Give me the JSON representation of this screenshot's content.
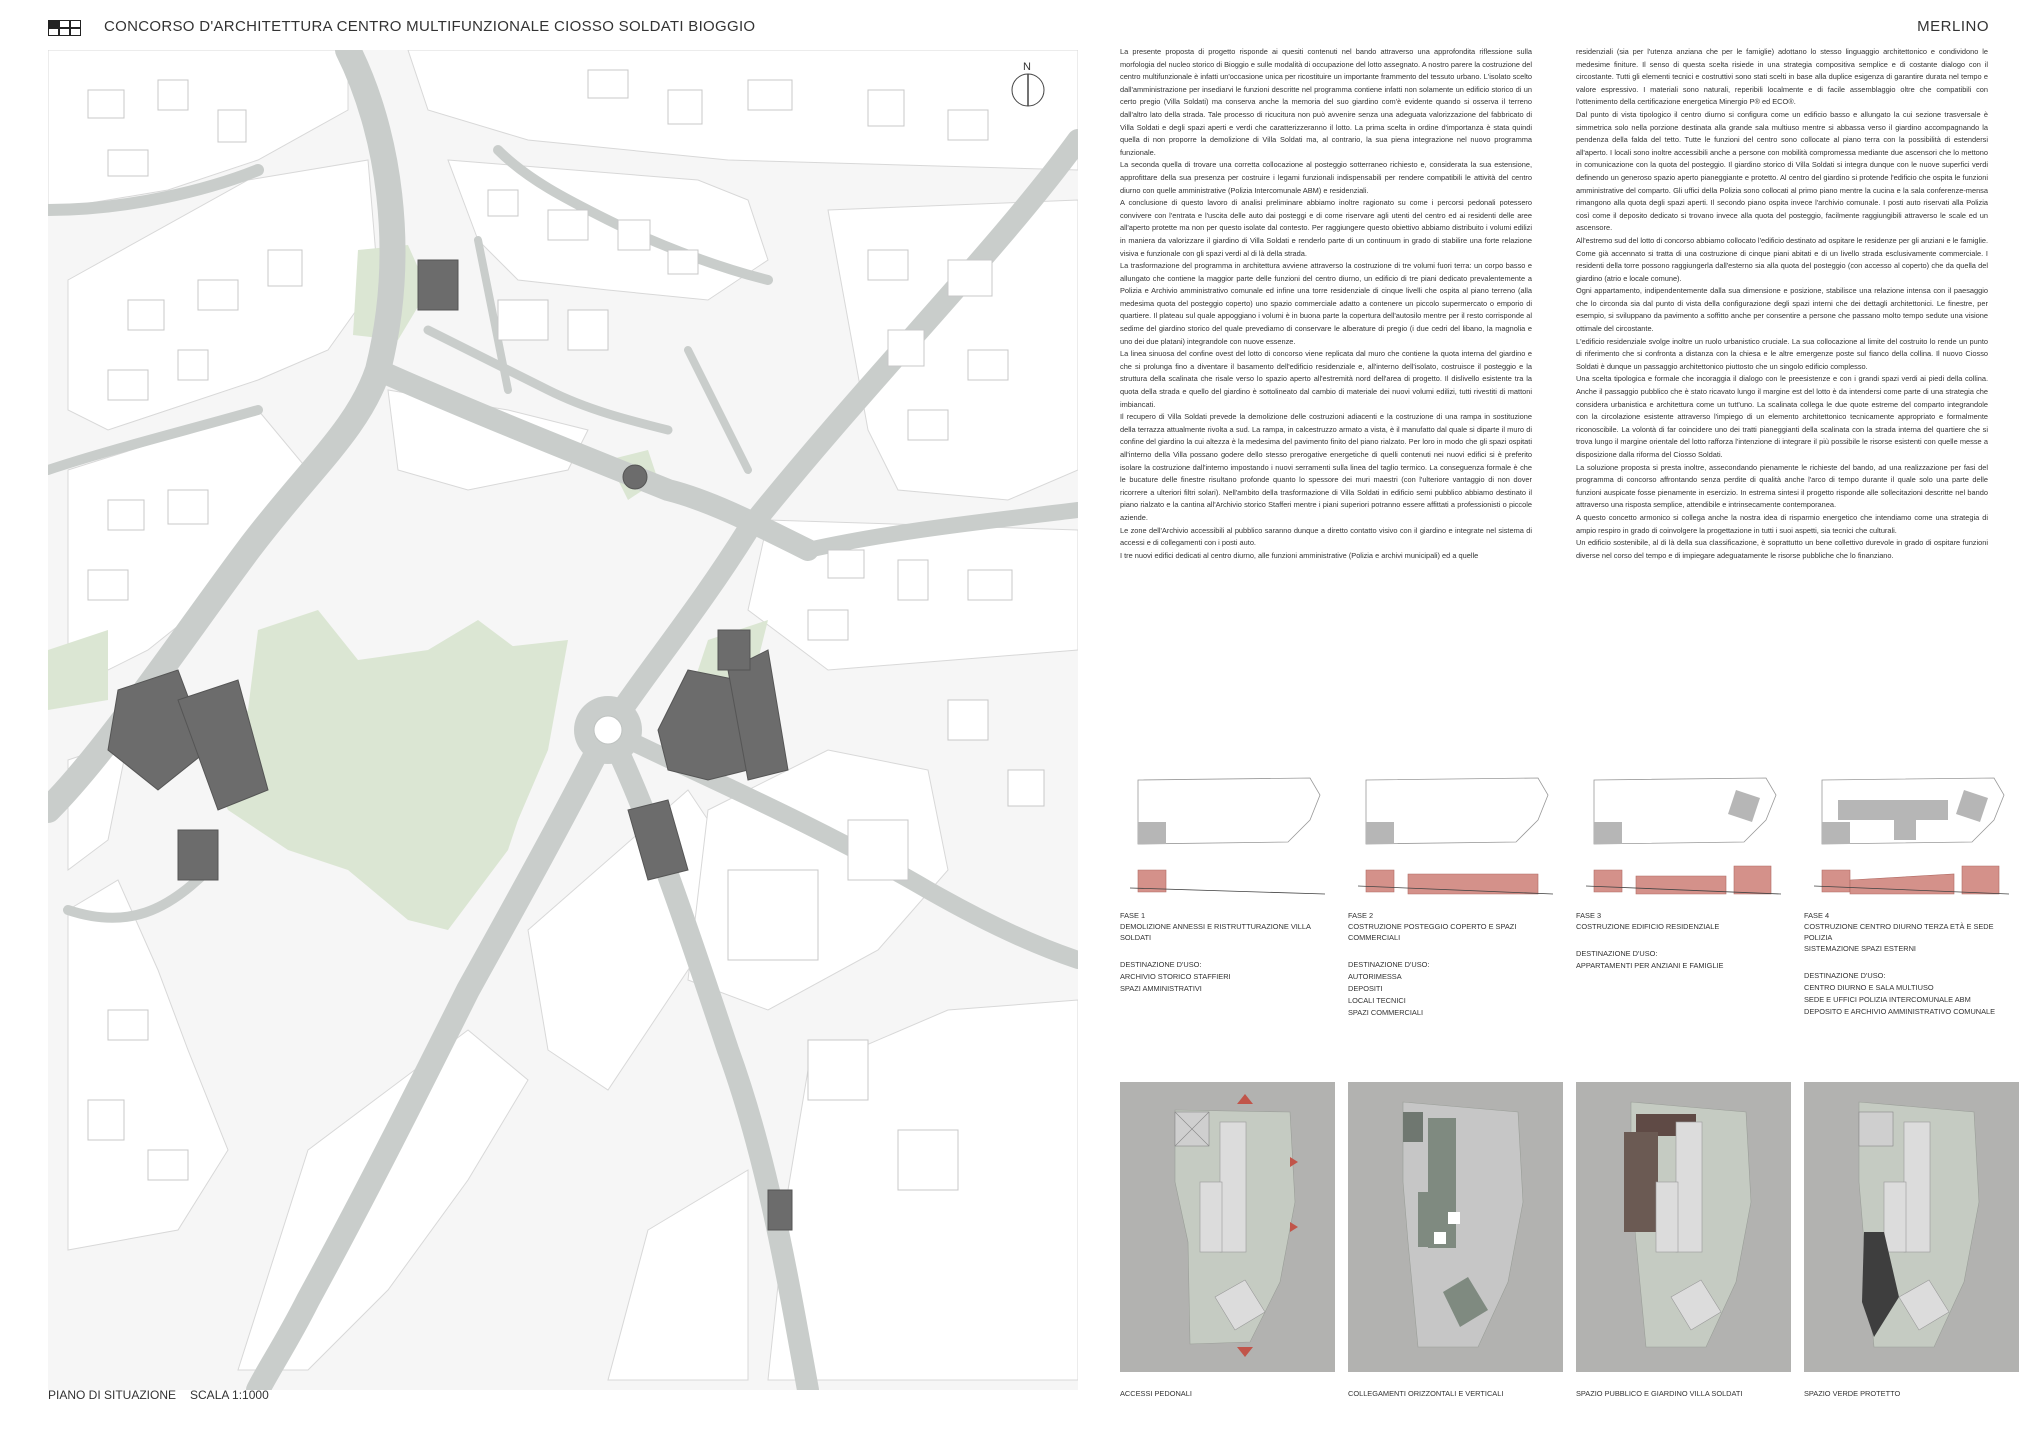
{
  "header": {
    "title": "CONCORSO D'ARCHITETTURA CENTRO MULTIFUNZIONALE CIOSSO SOLDATI BIOGGIO",
    "author": "MERLINO"
  },
  "site_plan": {
    "north_label": "N",
    "caption": "PIANO DI SITUAZIONE",
    "scale": "SCALA 1:1000"
  },
  "colors": {
    "road": "#c9cdcb",
    "green": "#dbe6d3",
    "building": "#6c6c6c",
    "block": "#f4f4f4",
    "section_red": "#d4918a",
    "diagram_bg": "#b2b2b0"
  },
  "text": {
    "col1": [
      "La presente proposta di progetto risponde ai quesiti contenuti nel bando attraverso una approfondita riflessione sulla morfologia del nucleo storico di Bioggio e sulle modalità di occupazione del lotto assegnato. A nostro parere la costruzione del centro multifunzionale è infatti un'occasione unica per ricostituire un importante frammento del tessuto urbano. L'isolato scelto dall'amministrazione per insediarvi le funzioni descritte nel programma contiene infatti non solamente un edificio storico di un certo pregio (Villa Soldati) ma conserva anche la memoria del suo giardino com'è evidente quando si osserva il terreno dall'altro lato della strada. Tale processo di ricucitura non può avvenire senza una adeguata valorizzazione del fabbricato di Villa Soldati e degli spazi aperti e verdi che caratterizzeranno il lotto. La prima scelta in ordine d'importanza è stata quindi quella di non proporre la demolizione di Villa Soldati ma, al contrario, la sua piena integrazione nel nuovo programma funzionale.",
      "La seconda quella di trovare una corretta collocazione al posteggio sotterraneo richiesto e, considerata la sua estensione, approfittare della sua presenza per costruire i legami funzionali indispensabili per rendere compatibili le attività del centro diurno con quelle amministrative (Polizia Intercomunale ABM) e residenziali.",
      "A conclusione di questo lavoro di analisi preliminare abbiamo inoltre ragionato su come i percorsi pedonali potessero convivere con l'entrata e l'uscita delle auto dai posteggi e di come riservare agli utenti del centro ed ai residenti delle aree all'aperto protette ma non per questo isolate dal contesto. Per raggiungere questo obiettivo abbiamo distribuito i volumi edilizi in maniera da valorizzare il giardino di Villa Soldati e renderlo parte di un continuum in grado di stabilire una forte relazione visiva e funzionale con gli spazi verdi al di là della strada.",
      "La trasformazione del programma in architettura avviene attraverso la costruzione di tre volumi fuori terra: un corpo basso e allungato che contiene la maggior parte delle funzioni del centro diurno, un edificio di tre piani dedicato prevalentemente a Polizia e Archivio amministrativo comunale ed infine una torre residenziale di cinque livelli che ospita al piano terreno (alla medesima quota del posteggio coperto) uno spazio commerciale adatto a contenere un piccolo supermercato o emporio di quartiere. Il plateau sul quale appoggiano i volumi è in buona parte la copertura dell'autosilo mentre per il resto corrisponde al sedime del giardino storico del quale prevediamo di conservare le alberature di pregio (i due cedri del libano, la magnolia e uno dei due platani) integrandole con nuove essenze.",
      "La linea sinuosa del confine ovest del lotto di concorso viene replicata dal muro che contiene la quota interna del giardino e che si prolunga fino a diventare il basamento dell'edificio residenziale e, all'interno dell'isolato, costruisce il posteggio e la struttura della scalinata che risale verso lo spazio aperto all'estremità nord dell'area di progetto. Il dislivello esistente tra la quota della strada e quello del giardino è sottolineato dal cambio di materiale dei nuovi volumi edilizi, tutti rivestiti di mattoni imbiancati.",
      "Il recupero di Villa Soldati prevede la demolizione delle costruzioni adiacenti e la costruzione di una rampa in sostituzione della terrazza attualmente rivolta a sud. La rampa, in calcestruzzo armato a vista, è il manufatto dal quale si diparte il muro di confine del giardino la cui altezza è la medesima del pavimento finito del piano rialzato. Per loro in modo che gli spazi ospitati all'interno della Villa possano godere dello stesso prerogative energetiche di quelli contenuti nei nuovi edifici si è preferito isolare la costruzione dall'interno impostando i nuovi serramenti sulla linea del taglio termico. La conseguenza formale è che le bucature delle finestre risultano profonde quanto lo spessore dei muri maestri (con l'ulteriore vantaggio di non dover ricorrere a ulteriori filtri solari). Nell'ambito della trasformazione di Villa Soldati in edificio semi pubblico abbiamo destinato il piano rialzato e la cantina all'Archivio storico Stafferi mentre i piani superiori potranno essere affittati a professionisti o piccole aziende.",
      "Le zone dell'Archivio accessibili al pubblico saranno dunque a diretto contatto visivo con il giardino e integrate nel sistema di accessi e di collegamenti con i posti auto.",
      "I tre nuovi edifici dedicati al centro diurno, alle funzioni amministrative (Polizia e archivi municipali) ed a quelle"
    ],
    "col2": [
      "residenziali (sia per l'utenza anziana che per le famiglie) adottano lo stesso linguaggio architettonico e condividono le medesime finiture. Il senso di questa scelta risiede in una strategia compositiva semplice e di costante dialogo con il circostante. Tutti gli elementi tecnici e costruttivi sono stati scelti in base alla duplice esigenza di garantire durata nel tempo e valore espressivo. I materiali sono naturali, reperibili localmente e di facile assemblaggio oltre che compatibili con l'ottenimento della certificazione energetica Minergio P® ed ECO®.",
      "Dal punto di vista tipologico il centro diurno si configura come un edificio basso e allungato la cui sezione trasversale è simmetrica solo nella porzione destinata alla grande sala multiuso mentre si abbassa verso il giardino accompagnando la pendenza della falda del tetto. Tutte le funzioni del centro sono collocate al piano terra con la possibilità di estendersi all'aperto. I locali sono inoltre accessibili anche a persone con mobilità compromessa mediante due ascensori che lo mettono in comunicazione con la quota del posteggio. Il giardino storico di Villa Soldati si integra dunque con le nuove superfici verdi definendo un generoso spazio aperto pianeggiante e protetto. Al centro del giardino si protende l'edificio che ospita le funzioni amministrative del comparto. Gli uffici della Polizia sono collocati al primo piano mentre la cucina e la sala conferenze-mensa rimangono alla quota degli spazi aperti. Il secondo piano ospita invece l'archivio comunale. I posti auto riservati alla Polizia così come il deposito dedicato si trovano invece alla quota del posteggio, facilmente raggiungibili attraverso le scale ed un ascensore.",
      "All'estremo sud del lotto di concorso abbiamo collocato l'edificio destinato ad ospitare le residenze per gli anziani e le famiglie. Come già accennato si tratta di una costruzione di cinque piani abitati e di un livello strada esclusivamente commerciale. I residenti della torre possono raggiungerla dall'esterno sia alla quota del posteggio (con accesso al coperto) che da quella del giardino (atrio e locale comune).",
      "Ogni appartamento, indipendentemente dalla sua dimensione e posizione, stabilisce una relazione intensa con il paesaggio che lo circonda sia dal punto di vista della configurazione degli spazi interni che dei dettagli architettonici. Le finestre, per esempio, si sviluppano da pavimento a soffitto anche per consentire a persone che passano molto tempo sedute una visione ottimale del circostante.",
      "L'edificio residenziale svolge inoltre un ruolo urbanistico cruciale. La sua collocazione al limite del costruito lo rende un punto di riferimento che si confronta a distanza con la chiesa e le altre emergenze poste sul fianco della collina. Il nuovo Ciosso Soldati è dunque un passaggio architettonico piuttosto che un singolo edificio complesso.",
      "Una scelta tipologica e formale che incoraggia il dialogo con le preesistenze e con i grandi spazi verdi ai piedi della collina. Anche il passaggio pubblico che è stato ricavato lungo il margine est del lotto è da intendersi come parte di una strategia che considera urbanistica e architettura come un tutt'uno. La scalinata collega le due quote estreme del comparto integrandole con la circolazione esistente attraverso l'impiego di un elemento architettonico tecnicamente appropriato e formalmente riconoscibile. La volontà di far coincidere uno dei tratti pianeggianti della scalinata con la strada interna del quartiere che si trova lungo il margine orientale del lotto rafforza l'intenzione di integrare il più possibile le risorse esistenti con quelle messe a disposizione dalla riforma del Ciosso Soldati.",
      "La soluzione proposta si presta inoltre, assecondando pienamente le richieste del bando, ad una realizzazione per fasi del programma di concorso affrontando senza perdite di qualità anche l'arco di tempo durante il quale solo una parte delle funzioni auspicate fosse pienamente in esercizio. In estrema sintesi il progetto risponde alle sollecitazioni descritte nel bando attraverso una risposta semplice, attendibile e intrinsecamente contemporanea.",
      "A questo concetto armonico si collega anche la nostra idea di risparmio energetico che intendiamo come una strategia di ampio respiro in grado di coinvolgere la progettazione in tutti i suoi aspetti, sia tecnici che culturali.",
      "Un edificio sostenibile, al di là della sua classificazione, è soprattutto un bene collettivo durevole in grado di ospitare funzioni diverse nel corso del tempo e di impiegare adeguatamente le risorse pubbliche che lo finanziano."
    ]
  },
  "phases": [
    {
      "title": "FASE 1",
      "subtitle": "DEMOLIZIONE ANNESSI E RISTRUTTURAZIONE VILLA SOLDATI",
      "dest_label": "DESTINAZIONE D'USO:",
      "dest": [
        "ARCHIVIO STORICO STAFFIERI",
        "SPAZI AMMINISTRATIVI"
      ]
    },
    {
      "title": "FASE 2",
      "subtitle": "COSTRUZIONE POSTEGGIO COPERTO E SPAZI COMMERCIALI",
      "dest_label": "DESTINAZIONE D'USO:",
      "dest": [
        "AUTORIMESSA",
        "DEPOSITI",
        "LOCALI TECNICI",
        "SPAZI COMMERCIALI"
      ]
    },
    {
      "title": "FASE 3",
      "subtitle": "COSTRUZIONE EDIFICIO RESIDENZIALE",
      "dest_label": "DESTINAZIONE D'USO:",
      "dest": [
        "APPARTAMENTI PER ANZIANI E FAMIGLIE"
      ]
    },
    {
      "title": "FASE 4",
      "subtitle": "COSTRUZIONE CENTRO DIURNO TERZA ETÀ E SEDE POLIZIA",
      "subtitle2": "SISTEMAZIONE SPAZI ESTERNI",
      "dest_label": "DESTINAZIONE D'USO:",
      "dest": [
        "CENTRO DIURNO E SALA MULTIUSO",
        "SEDE E UFFICI POLIZIA INTERCOMUNALE ABM",
        "DEPOSITO E ARCHIVIO AMMINISTRATIVO COMUNALE"
      ]
    }
  ],
  "diagrams": [
    {
      "caption": "ACCESSI PEDONALI"
    },
    {
      "caption": "COLLEGAMENTI ORIZZONTALI E VERTICALI"
    },
    {
      "caption": "SPAZIO PUBBLICO E GIARDINO VILLA SOLDATI"
    },
    {
      "caption": "SPAZIO VERDE PROTETTO"
    }
  ]
}
